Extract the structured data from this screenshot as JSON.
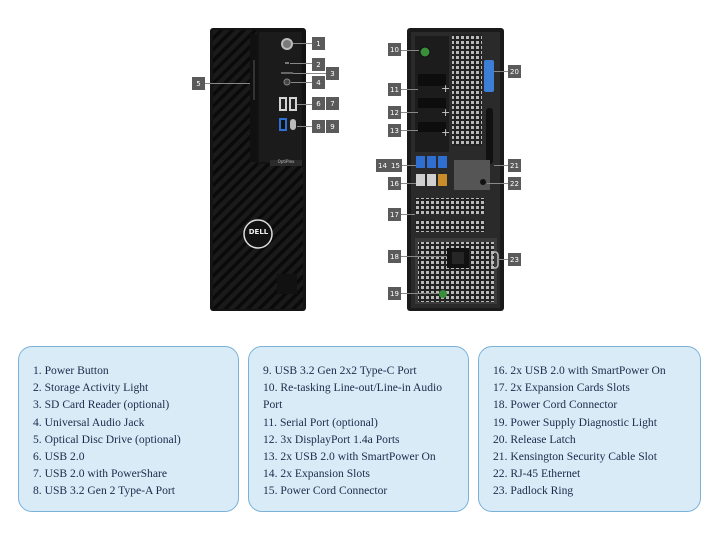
{
  "callouts": {
    "front": [
      "1",
      "2",
      "3",
      "4",
      "5",
      "6",
      "7",
      "8",
      "9"
    ],
    "rear": [
      "10",
      "11",
      "12",
      "13",
      "14",
      "15",
      "16",
      "17",
      "18",
      "19",
      "20",
      "21",
      "22",
      "23"
    ]
  },
  "front_badge": "DELL",
  "front_model_badge": "OptiPlex",
  "legend": {
    "col1": [
      "1. Power Button",
      "2. Storage Activity Light",
      "3. SD Card Reader (optional)",
      "4. Universal Audio Jack",
      "5. Optical Disc Drive (optional)",
      "6. USB 2.0",
      "7. USB 2.0 with PowerShare",
      "8. USB 3.2 Gen 2 Type-A Port"
    ],
    "col2": [
      "9. USB 3.2 Gen 2x2 Type-C Port",
      "10. Re-tasking Line-out/Line-in Audio Port",
      "11. Serial Port (optional)",
      "12. 3x DisplayPort 1.4a Ports",
      "13. 2x USB 2.0 with SmartPower On",
      "14. 2x Expansion Slots",
      "15. Power Cord Connector"
    ],
    "col3": [
      "16. 2x USB 2.0 with SmartPower On",
      "17. 2x Expansion Cards Slots",
      "18. Power Cord Connector",
      "19. Power Supply Diagnostic Light",
      "20. Release Latch",
      "21. Kensington Security Cable Slot",
      "22. RJ-45 Ethernet",
      "23. Padlock Ring"
    ]
  },
  "colors": {
    "panel_bg": "#d9ebf7",
    "panel_border": "#7ab1d8",
    "callout_bg": "#5a5a5a",
    "usb3_blue": "#2e6fd1",
    "release_latch": "#3d7fd6"
  }
}
